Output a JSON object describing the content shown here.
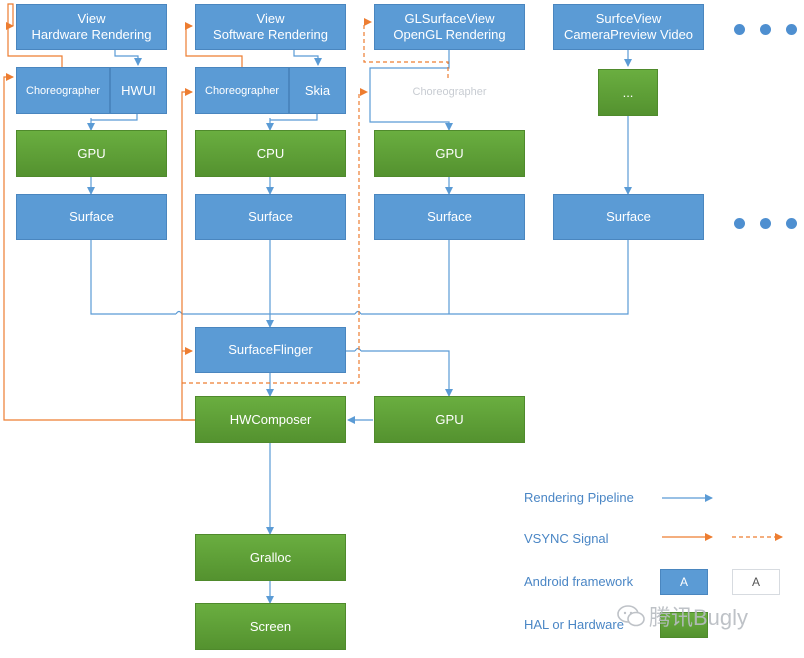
{
  "boxes": {
    "view_hw": {
      "line1": "View",
      "line2": "Hardware Rendering"
    },
    "view_sw": {
      "line1": "View",
      "line2": "Software Rendering"
    },
    "glsurface": {
      "line1": "GLSurfaceView",
      "line2": "OpenGL Rendering"
    },
    "surfceview": {
      "line1": "SurfceView",
      "line2": "CameraPreview Video"
    },
    "chor1": "Choreographer",
    "hwui": "HWUI",
    "chor2": "Choreographer",
    "skia": "Skia",
    "chor3": "Choreographer",
    "ellipsis_box": "...",
    "gpu1": "GPU",
    "cpu": "CPU",
    "gpu3": "GPU",
    "surface1": "Surface",
    "surface2": "Surface",
    "surface3": "Surface",
    "surface4": "Surface",
    "surfaceflinger": "SurfaceFlinger",
    "hwcomposer": "HWComposer",
    "gpu_right": "GPU",
    "gralloc": "Gralloc",
    "screen": "Screen"
  },
  "legend": {
    "rendering_pipeline": "Rendering Pipeline",
    "vsync_signal": "VSYNC Signal",
    "android_framework": "Android framework",
    "hal_hardware": "HAL or Hardware",
    "sample_a1": "A",
    "sample_a2": "A"
  },
  "watermark": {
    "text": "腾讯Bugly"
  },
  "colors": {
    "framework_blue": "#5b9bd5",
    "hal_green": "#5fa137",
    "pipeline_line": "#5b9bd5",
    "vsync_orange": "#ed7d31"
  }
}
